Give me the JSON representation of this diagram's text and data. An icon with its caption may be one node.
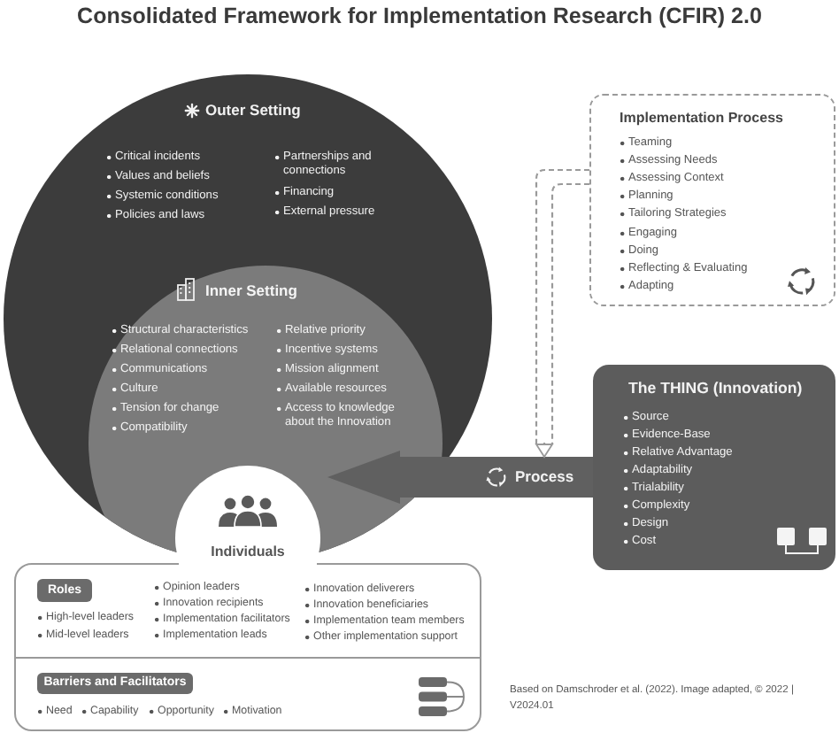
{
  "diagram": {
    "title": "Consolidated Framework for Implementation Research (CFIR) 2.0",
    "caption": "Based on Damschroder et al. (2022). Image adapted, © 2022 | V2024.01",
    "nodes": [
      {
        "text": [
          "Outer Setting",
          "Critical incidents",
          "Values and beliefs",
          "Systemic conditions",
          "Policies and laws",
          "Partnerships and connections",
          "Financing",
          "External pressure"
        ]
      },
      {
        "text": [
          "Inner Setting",
          "Structural characteristics",
          "Relational connections",
          "Communications",
          "Culture",
          "Tension for change",
          "Compatibility",
          "Relative priority",
          "Incentive systems",
          "Mission alignment",
          "Available resources",
          "Access to knowledge about the Innovation"
        ],
        "in": 0
      },
      {
        "text": [
          "Implementation Process",
          "Teaming",
          "Assessing Needs",
          "Assessing Context",
          "Planning",
          "Tailoring Strategies",
          "Engaging",
          "Doing",
          "Reflecting & Evaluating",
          "Adapting"
        ]
      },
      {
        "text": [
          "The THING (Innovation)",
          "Source",
          "Evidence-Base",
          "Relative Advantage",
          "Adaptability",
          "Trialability",
          "Complexity",
          "Design",
          "Cost"
        ]
      },
      {
        "text": [
          "Process"
        ]
      },
      {
        "text": [
          "Individuals"
        ],
        "in": 1
      },
      {
        "text": [
          "High-level leaders",
          "Mid-level leaders",
          "Opinion leaders",
          "Innovation recipients",
          "Implementation facilitators",
          "Implementation leads",
          "Innovation deliverers",
          "Innovation beneficiaries",
          "Implementation team members",
          "Other implementation support",
          "Need",
          "Capability",
          "Opportunity",
          "Motivation"
        ]
      },
      {
        "text": [
          "Roles"
        ],
        "in": 6
      },
      {
        "text": [
          "Barriers and Facilitators"
        ],
        "in": 6
      }
    ],
    "edges": [
      {
        "from": 2,
        "to": 4,
        "arrow": "to",
        "style": "dashed"
      },
      {
        "from": 4,
        "to": 1,
        "arrow": "to",
        "style": "thick"
      }
    ]
  }
}
